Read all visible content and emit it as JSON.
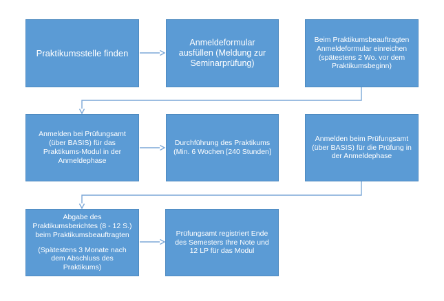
{
  "colors": {
    "canvas-bg": "#ffffff",
    "box-fill": "#5b9bd5",
    "box-border": "#4e8ac0",
    "box-text": "#ffffff",
    "connector": "#7ba7d7"
  },
  "flowchart": {
    "title": "Praktikum process flowchart",
    "boxes": {
      "find_internship": {
        "text": "Praktikumsstelle finden"
      },
      "fill_form": {
        "text": "Anmeldeformular\nausfüllen (Meldung zur\nSeminarprüfung)"
      },
      "submit_form": {
        "text": "Beim Praktikumsbeauftragten\nAnmeldeformular einreichen\n(spätestens 2 Wo. vor dem\nPraktikumsbeginn)"
      },
      "register_module": {
        "text": "Anmelden bei Prüfungsamt\n(über BASIS) für das\nPraktikums-Modul in der\nAnmeldephase"
      },
      "do_internship": {
        "text": "Durchführung des Praktikums\n(Min. 6 Wochen [240 Stunden]"
      },
      "register_exam": {
        "text": "Anmelden beim Prüfungsamt\n(über BASIS) für die Prüfung in\nder Anmeldephase"
      },
      "submit_report": {
        "text": "Abgabe des\nPraktikumsberichtes (8 - 12 S.)\nbeim Praktikumsbeauftragten",
        "text2": "(Spätestens 3 Monate nach\ndem Abschluss des\nPraktikums)"
      },
      "grade_registered": {
        "text": "Prüfungsamt registriert Ende\ndes Semesters Ihre Note und\n12 LP für das Modul"
      }
    }
  }
}
